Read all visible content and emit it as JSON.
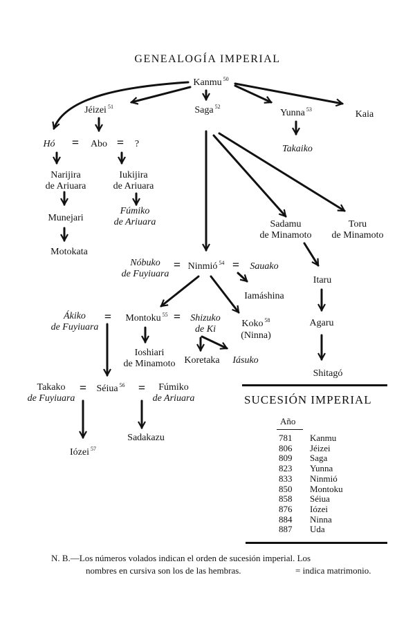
{
  "title": "GENEALOGÍA IMPERIAL",
  "persons": {
    "kanmu": {
      "name": "Kanmu",
      "num": "50"
    },
    "jeizei": {
      "name": "Jéizei",
      "num": "51"
    },
    "saga": {
      "name": "Saga",
      "num": "52"
    },
    "yunna": {
      "name": "Yunna",
      "num": "53"
    },
    "kaia": {
      "name": "Kaia"
    },
    "ho": {
      "name": "Hó"
    },
    "abo": {
      "name": "Abo"
    },
    "unknown": {
      "name": "?"
    },
    "takaiko": {
      "name": "Takaiko"
    },
    "narijira": {
      "line1": "Narijira",
      "line2": "de Ariuara"
    },
    "iukijira": {
      "line1": "Iukijira",
      "line2": "de Ariuara"
    },
    "fumiko1": {
      "line1": "Fúmiko",
      "line2": "de Ariuara"
    },
    "munejari": {
      "name": "Munejari"
    },
    "motokata": {
      "name": "Motokata"
    },
    "sadamu": {
      "line1": "Sadamu",
      "line2": "de Minamoto"
    },
    "toru": {
      "line1": "Toru",
      "line2": "de Minamoto"
    },
    "nobuko": {
      "line1": "Nóbuko",
      "line2": "de Fuyiuara"
    },
    "ninmio": {
      "name": "Ninmió",
      "num": "54"
    },
    "sauako": {
      "name": "Sauako"
    },
    "iamashina": {
      "name": "Iamáshina"
    },
    "itaru": {
      "name": "Itaru"
    },
    "akiko": {
      "line1": "Ákiko",
      "line2": "de Fuyiuara"
    },
    "montoku": {
      "name": "Montoku",
      "num": "55"
    },
    "shizuko": {
      "line1": "Shizuko",
      "line2": "de Ki"
    },
    "koko": {
      "name": "Koko",
      "num": "58",
      "line2": "(Ninna)"
    },
    "agaru": {
      "name": "Agaru"
    },
    "ioshiari": {
      "line1": "Ioshiari",
      "line2": "de Minamoto"
    },
    "koretaka": {
      "name": "Koretaka"
    },
    "iasuko": {
      "name": "Iásuko"
    },
    "shitago": {
      "name": "Shitagó"
    },
    "takako": {
      "line1": "Takako",
      "line2": "de Fuyiuara"
    },
    "seiua": {
      "name": "Séiua",
      "num": "56"
    },
    "fumiko2": {
      "line1": "Fúmiko",
      "line2": "de Ariuara"
    },
    "iozei": {
      "name": "Iózei",
      "num": "57"
    },
    "sadakazu": {
      "name": "Sadakazu"
    }
  },
  "marriage_symbol": "=",
  "succession": {
    "title": "SUCESIÓN IMPERIAL",
    "year_header": "Año",
    "rows": [
      {
        "year": "781",
        "name": "Kanmu"
      },
      {
        "year": "806",
        "name": "Jéizei"
      },
      {
        "year": "809",
        "name": "Saga"
      },
      {
        "year": "823",
        "name": "Yunna"
      },
      {
        "year": "833",
        "name": "Ninmió"
      },
      {
        "year": "850",
        "name": "Montoku"
      },
      {
        "year": "858",
        "name": "Séiua"
      },
      {
        "year": "876",
        "name": "Iózei"
      },
      {
        "year": "884",
        "name": "Ninna"
      },
      {
        "year": "887",
        "name": "Uda"
      }
    ]
  },
  "note": {
    "line1": "N. B.—Los números volados indican el orden de sucesión imperial. Los",
    "line2": "nombres en cursiva son los de las hembras.",
    "line2b": "= indica matrimonio."
  }
}
